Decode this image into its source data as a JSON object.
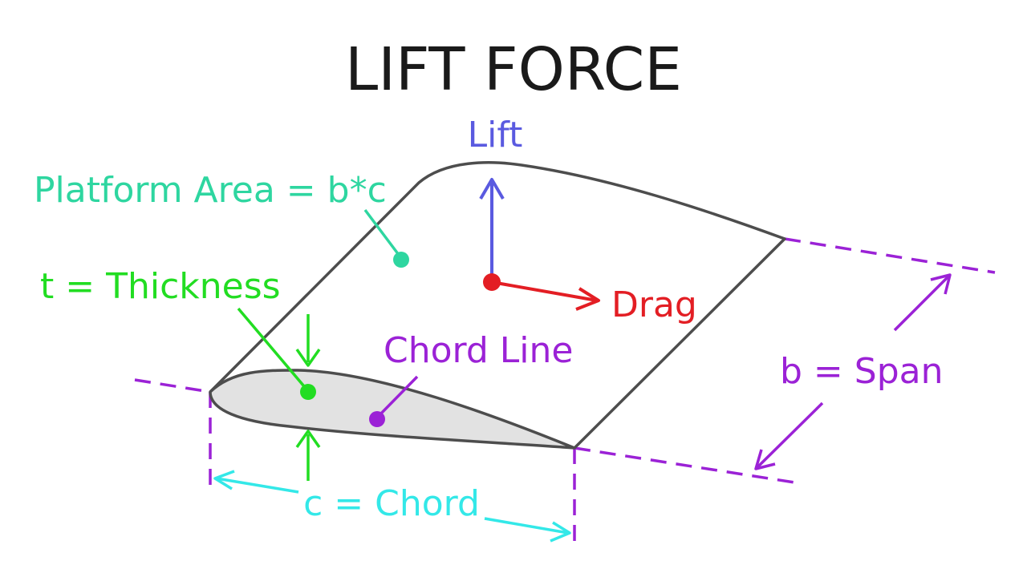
{
  "title": "LIFT FORCE",
  "labels": {
    "lift": "Lift",
    "drag": "Drag",
    "platform_area": "Platform Area = b*c",
    "thickness": "t = Thickness",
    "chord_line": "Chord Line",
    "span": "b = Span",
    "chord": "c = Chord"
  },
  "colors": {
    "lift": "#5a5ae0",
    "drag": "#e31e24",
    "platform_area": "#2ed6a0",
    "thickness": "#22dd22",
    "chord_line": "#9b22d6",
    "span": "#9b22d6",
    "chord": "#33e8e8",
    "outline": "#4d4d4d",
    "airfoil_fill": "#e2e2e2",
    "title": "#1a1a1a"
  }
}
